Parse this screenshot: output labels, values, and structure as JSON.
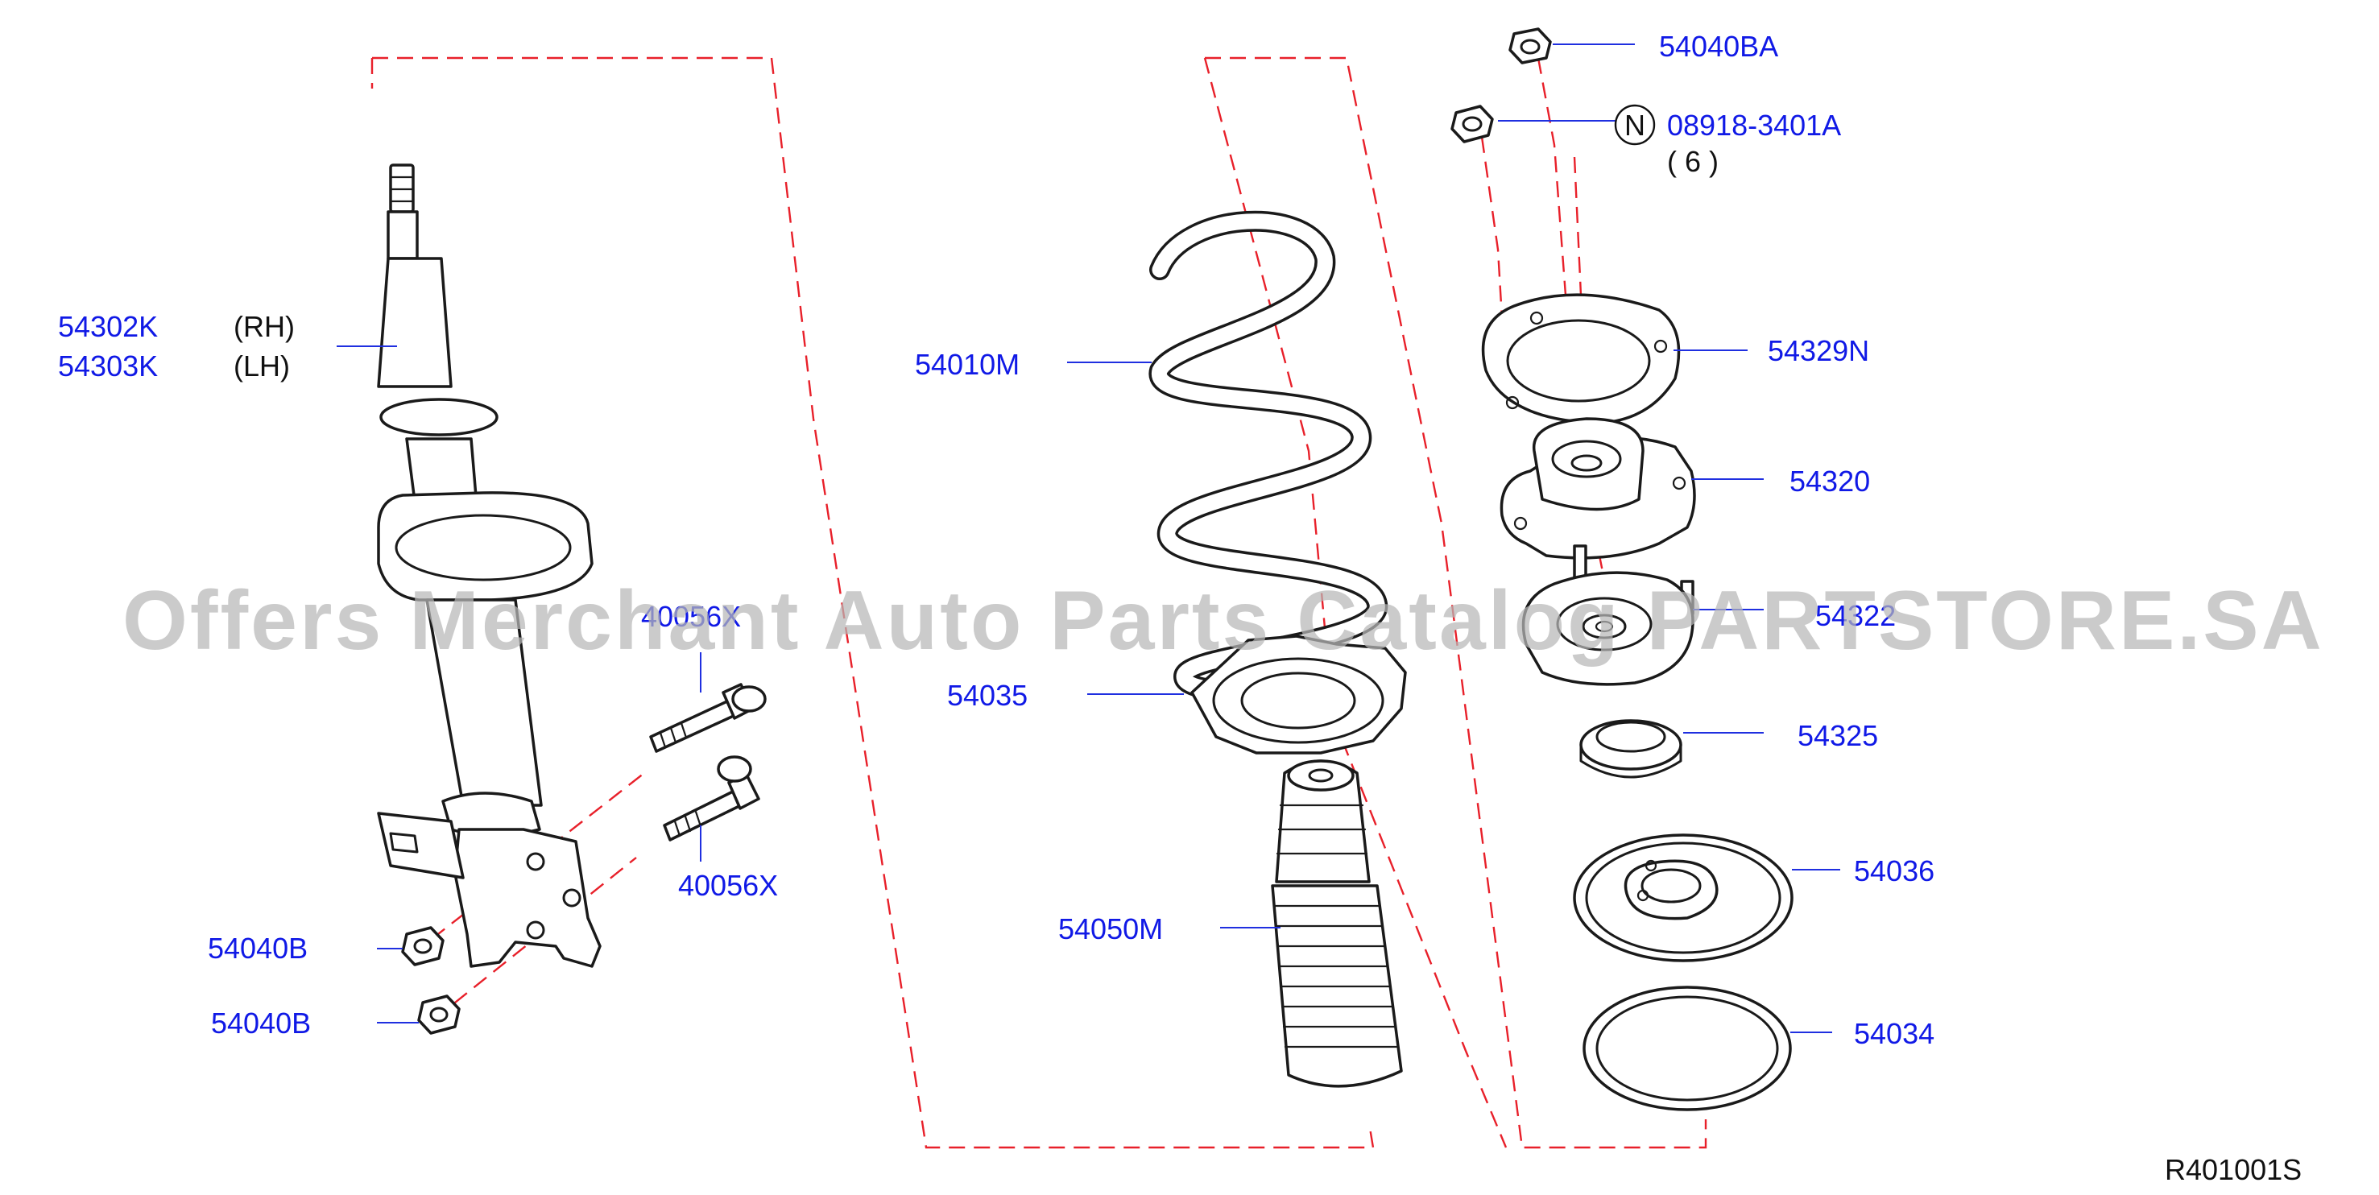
{
  "diagram": {
    "watermark": "Offers Merchant Auto Parts Catalog PARTSTORE.SA",
    "reference_code": "R401001S",
    "callouts": [
      {
        "id": "strut-rh",
        "part_number": "54302K",
        "note": "(RH)"
      },
      {
        "id": "strut-lh",
        "part_number": "54303K",
        "note": "(LH)"
      },
      {
        "id": "bolt-upper",
        "part_number": "40056X"
      },
      {
        "id": "bolt-lower",
        "part_number": "40056X"
      },
      {
        "id": "nut-upper",
        "part_number": "54040B"
      },
      {
        "id": "nut-lower",
        "part_number": "54040B"
      },
      {
        "id": "coil-spring",
        "part_number": "54010M"
      },
      {
        "id": "spring-seat-lower",
        "part_number": "54035"
      },
      {
        "id": "bound-bumper",
        "part_number": "54050M"
      },
      {
        "id": "top-nut",
        "part_number": "54040BA"
      },
      {
        "id": "nut-n",
        "part_number": "08918-3401A",
        "quantity": "( 6 )",
        "symbol": "N"
      },
      {
        "id": "mount-plate",
        "part_number": "54329N"
      },
      {
        "id": "strut-mount",
        "part_number": "54320"
      },
      {
        "id": "mount-insulator",
        "part_number": "54322"
      },
      {
        "id": "bearing",
        "part_number": "54325"
      },
      {
        "id": "spring-seat-upper",
        "part_number": "54036"
      },
      {
        "id": "rubber-seat",
        "part_number": "54034"
      }
    ]
  }
}
